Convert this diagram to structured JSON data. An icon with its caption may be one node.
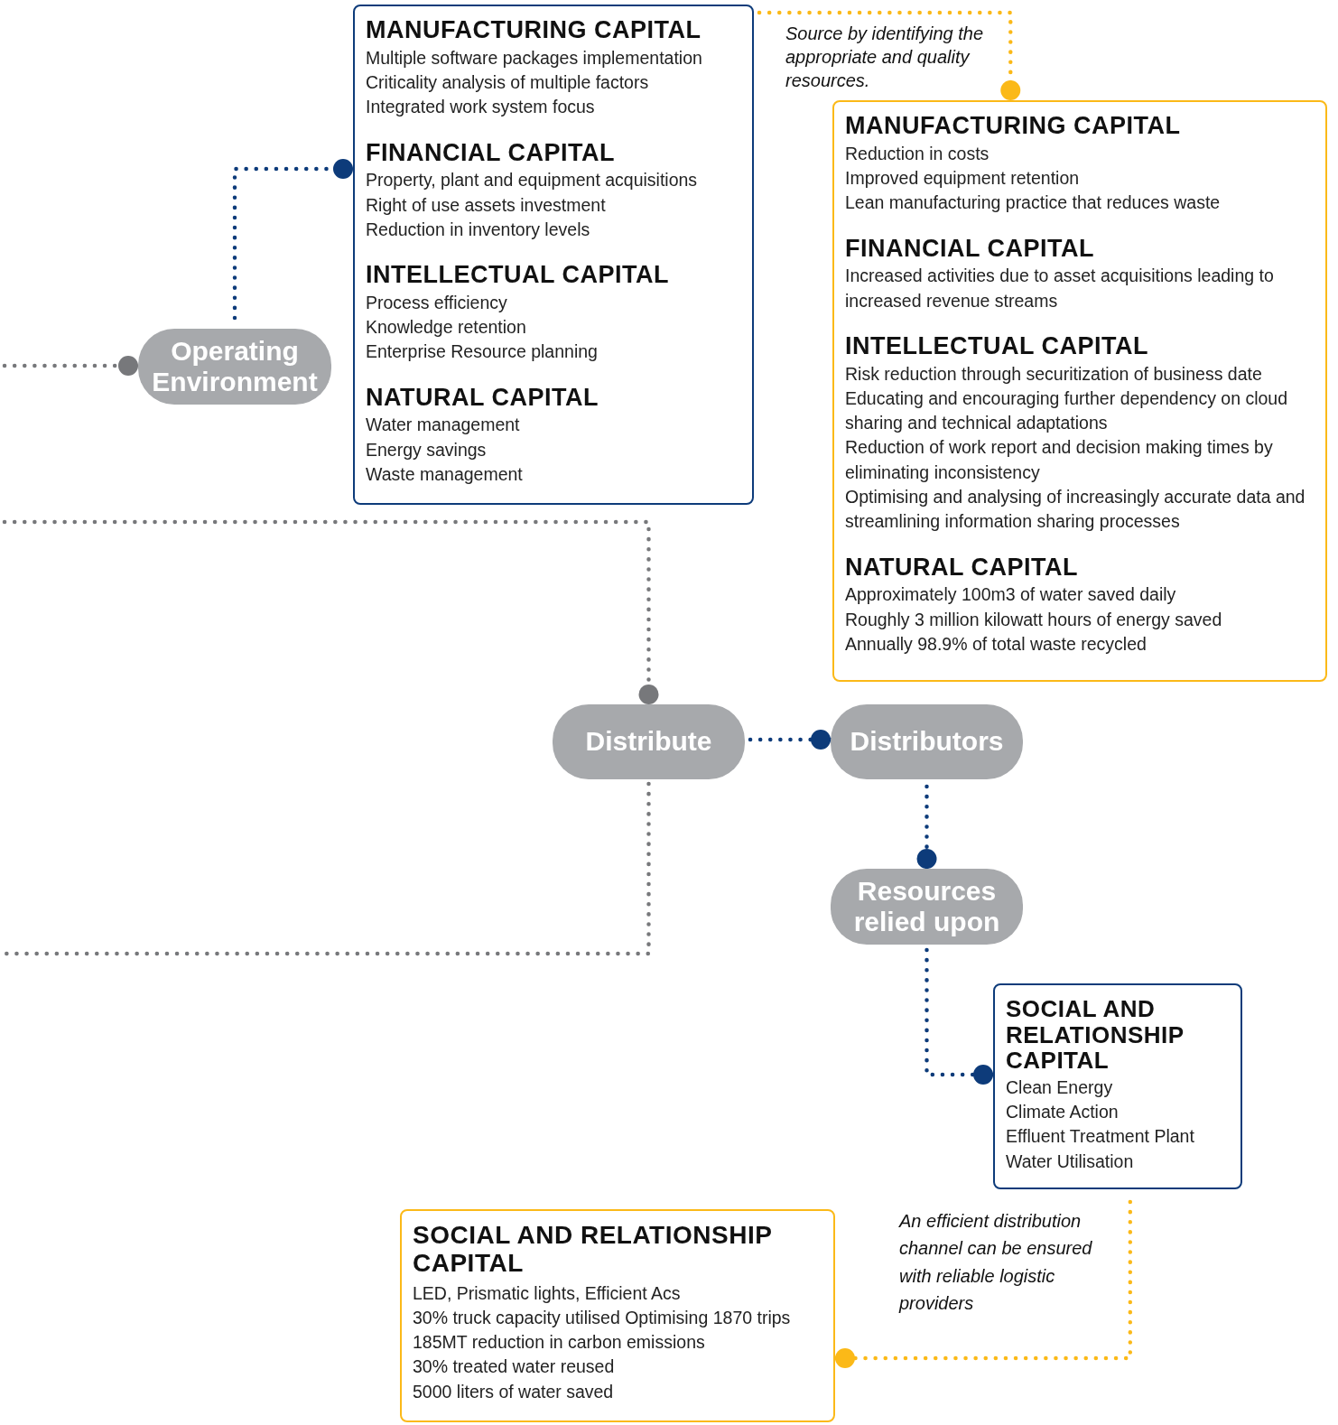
{
  "diagram": {
    "nodes": [
      {
        "text": [
          "MANUFACTURING CAPITAL",
          "Multiple software packages implementation",
          "Criticality analysis of multiple factors",
          "Integrated work system focus",
          "FINANCIAL CAPITAL",
          "Property, plant and equipment acquisitions",
          "Right of use assets investment",
          "Reduction in inventory levels",
          "INTELLECTUAL CAPITAL",
          "Process efficiency",
          "Knowledge retention",
          "Enterprise Resource planning",
          "NATURAL CAPITAL",
          "Water management",
          "Energy savings",
          "Waste management"
        ]
      },
      {
        "text": [
          "MANUFACTURING CAPITAL",
          "Reduction in costs",
          "Improved equipment retention",
          "Lean manufacturing practice that reduces waste",
          "FINANCIAL CAPITAL",
          "Increased activities due to asset acquisitions leading to increased revenue streams",
          "INTELLECTUAL CAPITAL",
          "Risk reduction through securitization of business date",
          "Educating and encouraging further dependency on cloud sharing and technical adaptations",
          "Reduction of work report and decision making times by eliminating inconsistency",
          "Optimising and analysing of increasingly accurate data and streamlining information sharing processes",
          "NATURAL CAPITAL",
          "Approximately 100m3 of water saved daily",
          "Roughly 3 million kilowatt hours of energy saved",
          "Annually 98.9% of total waste recycled"
        ]
      },
      {
        "text": [
          "Operating Environment"
        ]
      },
      {
        "text": [
          "Distribute"
        ]
      },
      {
        "text": [
          "Distributors"
        ]
      },
      {
        "text": [
          "Resources relied upon"
        ]
      },
      {
        "text": [
          "SOCIAL AND RELATIONSHIP CAPITAL",
          "Clean Energy",
          "Climate Action",
          "Effluent Treatment Plant",
          "Water Utilisation"
        ]
      },
      {
        "text": [
          "SOCIAL AND RELATIONSHIP CAPITAL",
          "LED, Prismatic lights, Efficient Acs",
          "30% truck capacity utilised Optimising 1870 trips",
          "185MT reduction in carbon emissions",
          "30% treated water reused",
          "5000 liters of water saved"
        ]
      }
    ],
    "edges": [
      {
        "from": 2,
        "to": 0,
        "arrow": "other"
      },
      {
        "from": null,
        "to": 2,
        "arrow": "other",
        "color": "#77787b"
      },
      {
        "from": null,
        "to": 3,
        "arrow": "other",
        "color": "#77787b"
      },
      {
        "from": 3,
        "to": null,
        "arrow": "none",
        "color": "#77787b"
      },
      {
        "from": 3,
        "to": 4,
        "arrow": "other"
      },
      {
        "from": 4,
        "to": 5,
        "arrow": "other"
      },
      {
        "from": 5,
        "to": 6,
        "arrow": "other"
      },
      {
        "from": 0,
        "to": 1,
        "arrow": "other",
        "color": "#fbb918"
      },
      {
        "from": 6,
        "to": 7,
        "arrow": "other",
        "color": "#fbb918"
      }
    ],
    "labels": [
      "Source by identifying the appropriate and quality resources.",
      "An efficient distribution channel can be ensured with reliable logistic providers"
    ]
  }
}
